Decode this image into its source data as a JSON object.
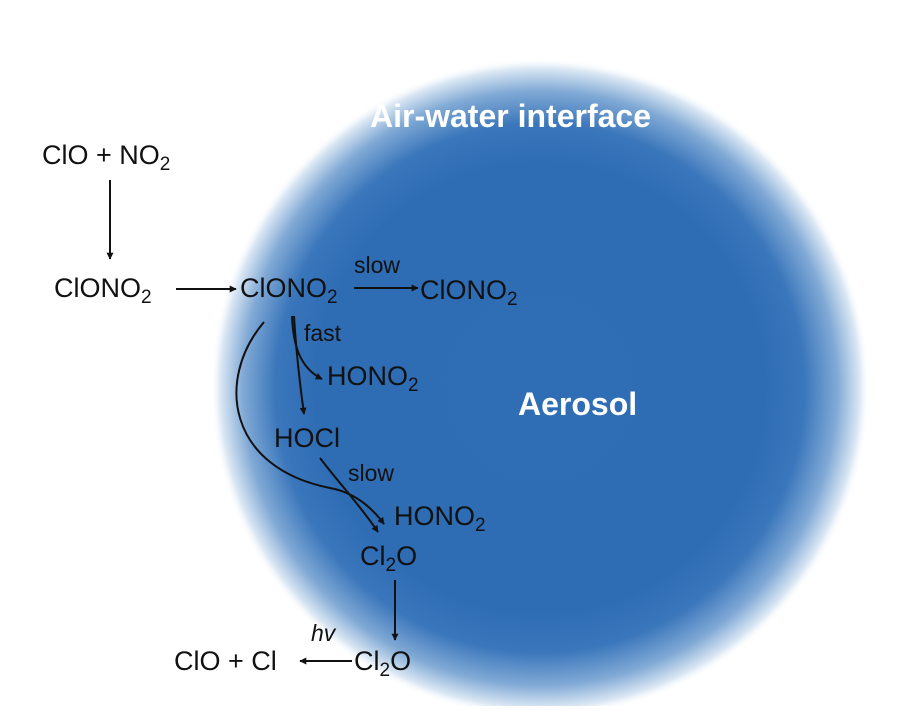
{
  "diagram": {
    "aerosol_label": "Aerosol",
    "interface_label": "Air-water interface",
    "aerosol_color": "#2f6db5",
    "species": {
      "clo_no2": {
        "text": "ClO + NO",
        "sub": "2"
      },
      "clono2_gas": {
        "text": "ClONO",
        "sub": "2"
      },
      "clono2_interface": {
        "text": "ClONO",
        "sub": "2"
      },
      "clono2_bulk": {
        "text": "ClONO",
        "sub": "2"
      },
      "hono2_fast": {
        "text": "HONO",
        "sub": "2"
      },
      "hocl": {
        "text": "HOCl"
      },
      "hono2_slow": {
        "text": "HONO",
        "sub": "2"
      },
      "cl2o_interface": {
        "pre": "Cl",
        "sub": "2",
        "post": "O"
      },
      "cl2o_gas": {
        "pre": "Cl",
        "sub": "2",
        "post": "O"
      },
      "clo_cl": {
        "text": "ClO + Cl"
      }
    },
    "arrow_labels": {
      "slow_top": "slow",
      "fast": "fast",
      "slow_lower": "slow",
      "photolysis": "hv"
    }
  }
}
